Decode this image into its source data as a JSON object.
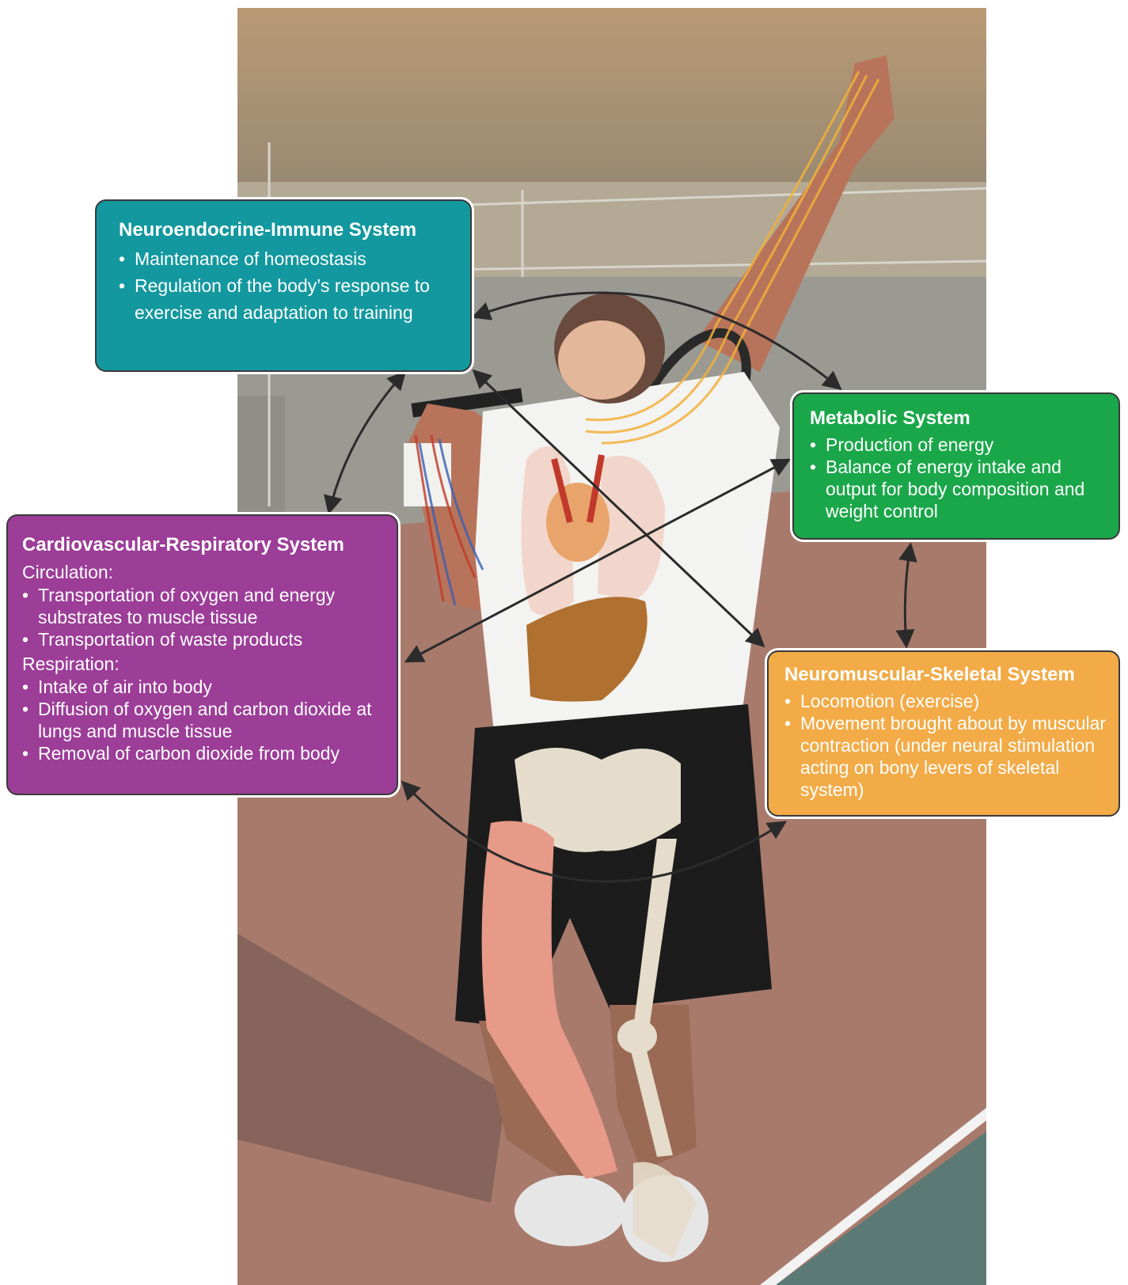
{
  "boxes": {
    "neuroendocrine_immune": {
      "title": "Neuroendocrine-Immune System",
      "items": [
        "Maintenance of homeostasis",
        "Regulation of the body’s response to exercise and adaptation to training"
      ]
    },
    "metabolic": {
      "title": "Metabolic System",
      "items": [
        "Production of energy",
        "Balance of energy intake and output for body composition and weight control"
      ]
    },
    "cardiovascular_respiratory": {
      "title": "Cardiovascular-Respiratory System",
      "circulation_heading": "Circulation:",
      "circulation_items": [
        "Transportation of oxygen and energy substrates to muscle tissue",
        "Transportation of waste products"
      ],
      "respiration_heading": "Respiration:",
      "respiration_items": [
        "Intake of air into body",
        "Diffusion of oxygen and carbon dioxide at lungs and muscle tissue",
        "Removal of carbon dioxide from body"
      ]
    },
    "neuromuscular_skeletal": {
      "title": "Neuromuscular-Skeletal System",
      "items": [
        "Locomotion (exercise)",
        "Movement brought about by muscular contraction (under neural stimulation acting on bony levers of skeletal system)"
      ]
    }
  },
  "bullet": "•",
  "colors": {
    "neuroendocrine_immune": "#13989f",
    "metabolic": "#1aa74a",
    "cardiovascular_respiratory": "#9c3d98",
    "neuromuscular_skeletal": "#f2ab47",
    "arrows": "#2b2b2b"
  }
}
